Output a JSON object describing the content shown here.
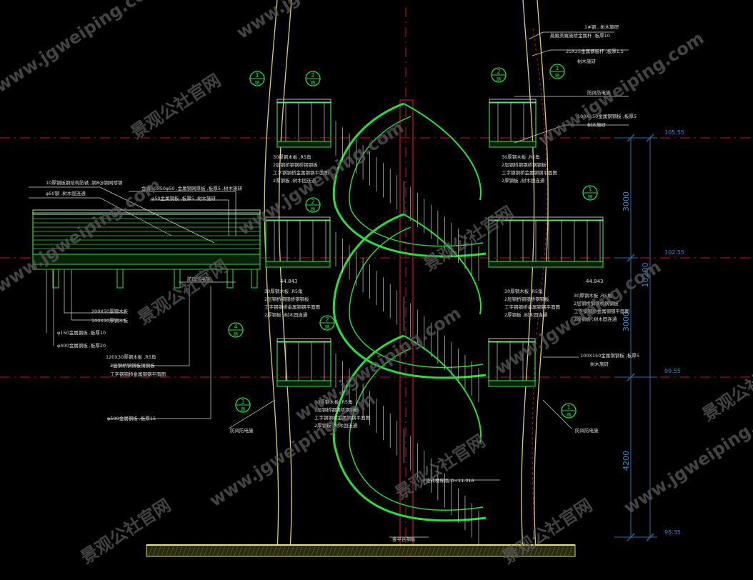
{
  "colors": {
    "background": "#000000",
    "stair": "#22e33a",
    "rail": "#cfcfcf",
    "wall": "#d9d26a",
    "dim": "#2a6b9e",
    "axis": "#c8102e",
    "leader": "#d8d8d8",
    "text": "#dcdcdc",
    "watermark": "#5a5a5a"
  },
  "dimensions": {
    "elev_top": "105.55",
    "elev_mid": "102.55",
    "elev_low": "99.55",
    "elev_ground": "95.35",
    "span_upper": "3000",
    "span_mid": "3000",
    "span_lower": "4200",
    "total": "10200"
  },
  "callouts": {
    "c1": "1",
    "c2": "2",
    "c4": "4",
    "sheet": "踏"
  },
  "levels": {
    "upper_left": "44.843",
    "upper_right": "44.843"
  },
  "notes": {
    "top_right_1": "1#钢 , 树木施研",
    "top_right_2": "晨厩美厩施桥金属杆 ,板厚10",
    "top_right_3": "25X25金属钢板杆 ,板厚1.5",
    "top_right_4": "树木施研",
    "tr_lamp": "防风防电施",
    "tr_beam": "100X150金属钢钢板 ,板厚5",
    "tr_beam2": "树木施研",
    "left_panel_1": "10厚钢板钢结构防锈 ,钢8@钢网桥钢",
    "left_panel_2": "φ50钢 ,树木固连通",
    "left_panel_3": "金属50X50φ50 ,金属钢网厚板 ,板厚5 ,树木施研",
    "left_panel_4": "φ50金属钢板 ,板厚5 ,树木施研",
    "left_lamp": "防风防电施",
    "left_deck_1": "200X50厚钢木板",
    "left_deck_2": "100X30厚钢木板",
    "left_col_1": "φ150金属钢板 ,板厚10",
    "left_col_2": "φ400金属钢板 ,板厚20",
    "mid_left_1": "120X30厚钢木板 ,R5角",
    "mid_left_2": "2层钢桥钢钢板钢钢板",
    "mid_left_3": "工字钢钢桥金属钢钢平面图",
    "left_pole": "φ500金属钢板 ,板厚15",
    "s1_1": "30厚钢木板 ,R5角",
    "s1_2": "2层钢桥钢钢桥钢钢板",
    "s1_3": "工字钢钢桥金属钢钢平面图",
    "s1_4": "2厚钢板 ,树木固连通",
    "s2_1": "30厚钢木板 ,R5角",
    "s2_2": "2层钢桥钢钢桥钢钢板",
    "s2_3": "工字钢钢桥金属钢钢平面图",
    "s2_4": "2厚钢板 ,树木固连通",
    "s3_1": "30厚钢木板 ,R5角",
    "s3_2": "2层钢桥钢钢桥钢钢板",
    "s3_3": "工字钢钢桥金属钢钢平面图",
    "s3_4": "2厚钢板 ,树木固连通",
    "s4_1": "30厚钢木板 ,R5角",
    "s4_2": "2层钢桥钢钢桥钢钢板",
    "s4_3": "工字钢钢桥金属钢钢平面图",
    "s4_4": "2厚钢板 ,树木固连通",
    "s5_1": "30厚钢木板 ,R5角",
    "s5_2": "2层钢桥钢钢桥钢钢板",
    "s5_3": "工字钢钢桥金属钢钢平面图",
    "s5_4": "2厚钢板 ,树木固连通",
    "s6_1": "30厚钢木板 ,R5角",
    "s6_2": "2层钢桥钢钢桥钢钢板",
    "s6_3": "工字钢钢桥金属钢钢平面图",
    "s6_4": "2厚钢板 ,树木固连通",
    "lamp_lower_left": "防风防电施",
    "lamp_lower_right": "防风防电施",
    "r_beam_lower": "100X150金属钢钢板 ,板厚5",
    "r_beam_lower2": "树木施研",
    "spiral": "旋转楼梯高,D=11.016",
    "base": "金平台钢板"
  },
  "watermarks": {
    "cn": "景观公社官网",
    "url": "www.jgweiping.com"
  }
}
